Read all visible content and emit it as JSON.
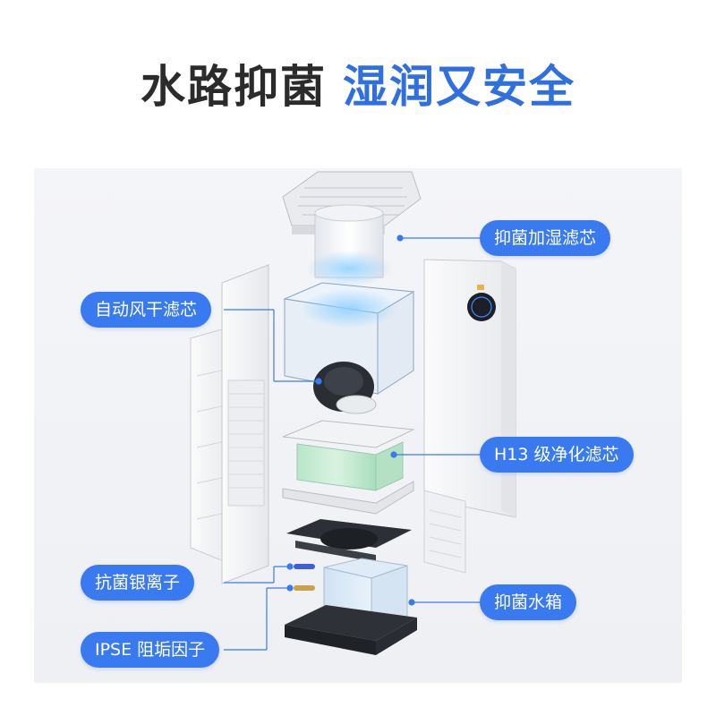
{
  "header": {
    "title_dark": "水路抑菌",
    "title_blue": "湿润又安全"
  },
  "labels": {
    "humidify_filter": "抑菌加湿滤芯",
    "auto_dry_filter": "自动风干滤芯",
    "h13_filter": "H13 级净化滤芯",
    "silver_ion": "抗菌银离子",
    "water_tank": "抑菌水箱",
    "ipse_factor": "IPSE 阻垢因子"
  },
  "colors": {
    "accent_blue": "#3a7af0",
    "title_dark": "#2b2b2b",
    "title_blue": "#2f6fe0"
  }
}
